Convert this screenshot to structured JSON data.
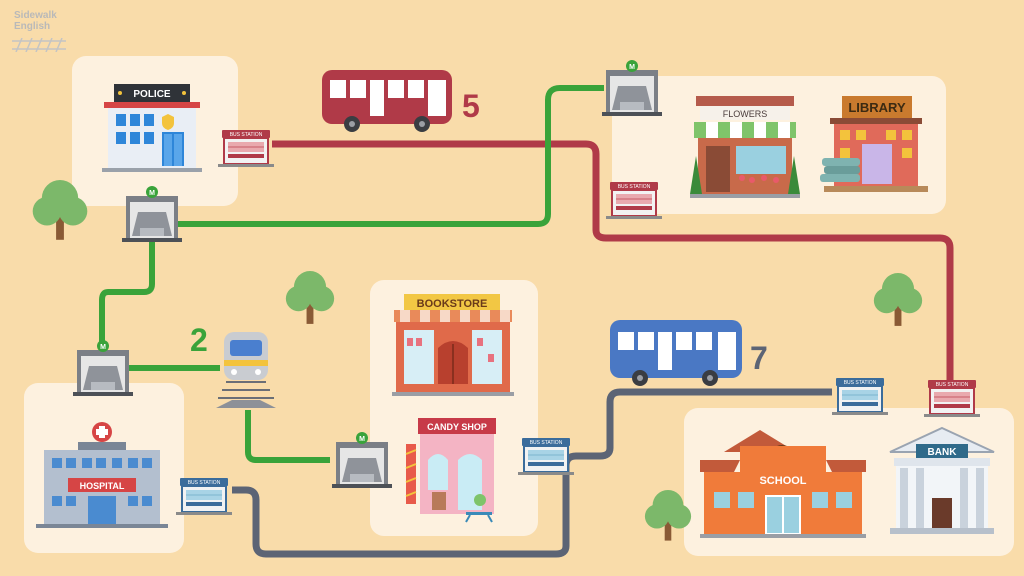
{
  "brand": {
    "line1": "Sidewalk",
    "line2": "English"
  },
  "routes": {
    "bus_5": {
      "number": "5",
      "color": "#b03a48"
    },
    "train_2": {
      "number": "2",
      "color": "#3aa33a"
    },
    "bus_7": {
      "number": "7",
      "color": "#5c6475"
    }
  },
  "signs": {
    "police": "POLICE",
    "flowers": "FLOWERS",
    "library": "LIBRARY",
    "bookstore": "BOOKSTORE",
    "candy_shop": "CANDY SHOP",
    "hospital": "HOSPITAL",
    "school": "SCHOOL",
    "bank": "BANK",
    "bus_station": "BUS STATION",
    "metro": "M"
  },
  "colors": {
    "background": "#f9dcaa",
    "panel": "#fdf1df",
    "bus_red": "#b03a48",
    "bus_blue": "#4a78c4",
    "metro_green": "#3aa33a"
  }
}
